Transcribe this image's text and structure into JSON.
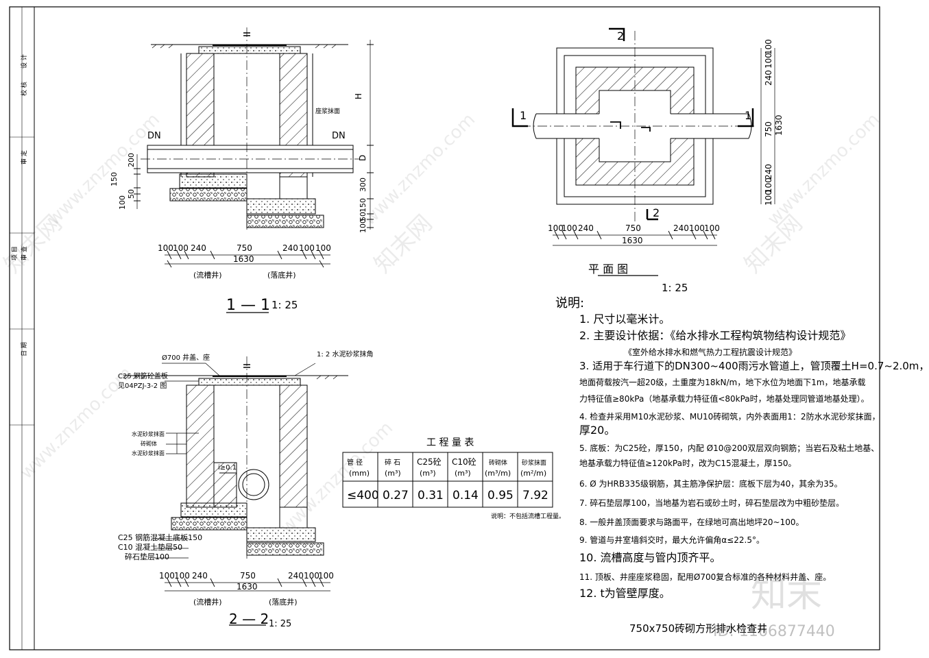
{
  "sheet": {
    "title_block": [
      "设 计",
      "校 核",
      "审 定",
      "审 查",
      "项 目",
      "日 期"
    ]
  },
  "section_1": {
    "title": "1 — 1",
    "scale": "1: 25",
    "pipe_label_left": "DN",
    "pipe_label_right": "DN",
    "mortar_label": "座浆抹面",
    "height_H": "H",
    "height_D": "D",
    "vert_left": [
      "200",
      "150",
      "100",
      "50"
    ],
    "vert_right": [
      "300",
      "150",
      "50",
      "100"
    ],
    "dims_bottom": [
      "100",
      "100",
      "240",
      "750",
      "240",
      "100",
      "100"
    ],
    "total": "1630",
    "left_caption": "(流槽井)",
    "right_caption": "(落底井)"
  },
  "plan": {
    "title": "平    面    图",
    "scale": "1: 25",
    "mark_1_left": "1",
    "mark_1_right": "1",
    "mark_2_top": "2",
    "mark_2_bottom": "2",
    "dims_right": [
      "100",
      "100",
      "240",
      "750",
      "240",
      "100",
      "100"
    ],
    "right_total": "1630",
    "dims_bottom": [
      "100",
      "100",
      "240",
      "750",
      "240",
      "100",
      "100"
    ],
    "bottom_total": "1630"
  },
  "section_2": {
    "title": "2 — 2",
    "scale": "1: 25",
    "cover_label": "Ø700 井盖、座",
    "slab_label_1": "C25 钢筋砼盖板",
    "slab_label_2": "见04PZJ-3-2 图",
    "mortar_label": "1: 2 水泥砂浆抹角",
    "wall_labels": [
      "水泥砂浆抹面",
      "砖砌体",
      "水泥砂浆抹面"
    ],
    "slope_label": "i≥0.1",
    "base_labels": [
      "C25 钢筋混凝土底板150",
      "C10 混凝土垫层50",
      "碎石垫层100"
    ],
    "dims_bottom": [
      "100",
      "100",
      "240",
      "750",
      "240",
      "100",
      "100"
    ],
    "total": "1630",
    "left_caption": "(流槽井)",
    "right_caption": "(落底井)"
  },
  "quantity_table": {
    "title": "工 程 量 表",
    "headers": [
      [
        "管  径",
        "(mm)"
      ],
      [
        "碎  石",
        "(m³)"
      ],
      [
        "C25砼",
        "(m³)"
      ],
      [
        "C10砼",
        "(m³)"
      ],
      [
        "砖砌体",
        "(m³/m)"
      ],
      [
        "砂浆抹面",
        "(m²/m)"
      ]
    ],
    "row": [
      "≤400",
      "0.27",
      "0.31",
      "0.14",
      "0.95",
      "7.92"
    ],
    "footnote": "说明：不包括流槽工程量。"
  },
  "notes": {
    "heading": "说明:",
    "lines": [
      "1. 尺寸以毫米计。",
      "2. 主要设计依据：《给水排水工程构筑物结构设计规范》",
      "《室外给水排水和燃气热力工程抗震设计规范》",
      "3. 适用于车行道下的DN300~400雨污水管道上，管顶覆土H=0.7~2.0m，",
      "地面荷载按汽一超20级，土重度为18kN/m，地下水位为地面下1m，地基承载",
      "力特征值≥80kPa（地基承载力特征值<80kPa时，地基处理同管道地基处理）。",
      "4. 检查井采用M10水泥砂浆、MU10砖砌筑，内外表面用1：2防水水泥砂浆抹面，",
      "厚20。",
      "5. 底板：为C25砼，厚150，内配  Ø10@200双层双向钢筋；当岩石及粘土地基、",
      "地基承载力特征值≥120kPa时，改为C15混凝土，厚150。",
      "6. Ø  为HRB335级钢筋，其主筋净保护层：底板下层为40，其余为35。",
      "7. 碎石垫层厚100，当地基为岩石或砂土时，碎石垫层改为中粗砂垫层。",
      "8. 一般井盖顶面要求与路面平，在绿地可高出地坪20~100。",
      "9. 管道与井室墙斜交时，最大允许偏角α≤22.5°。",
      "10. 流槽高度与管内顶齐平。",
      "11. 顶板、井座座浆稳固，配用Ø700复合标准的各种材料井盖、座。",
      "12. t为管壁厚度。"
    ]
  },
  "drawing_title": "750x750砖砌方形排水检查井",
  "watermarks": {
    "url": "www.znzmo.com",
    "brand": "知末网",
    "logo": "知末",
    "id": "ID: 1166877440"
  }
}
